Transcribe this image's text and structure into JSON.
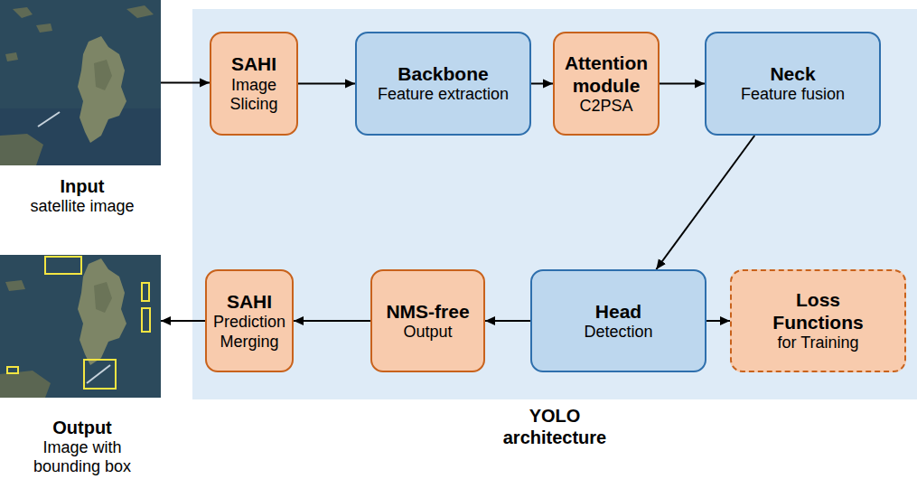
{
  "diagram": {
    "nodes": [
      {
        "text": [
          "Input",
          "satellite image"
        ]
      },
      {
        "text": [
          "YOLO architecture"
        ]
      },
      {
        "text": [
          "SAHI",
          "Image Slicing"
        ],
        "in": 1
      },
      {
        "text": [
          "Backbone",
          "Feature extraction"
        ],
        "in": 1
      },
      {
        "text": [
          "Attention module",
          "C2PSA"
        ],
        "in": 1
      },
      {
        "text": [
          "Neck",
          "Feature fusion"
        ],
        "in": 1
      },
      {
        "text": [
          "Output",
          "Image with bounding box"
        ]
      },
      {
        "text": [
          "SAHI",
          "Prediction Merging"
        ],
        "in": 1
      },
      {
        "text": [
          "NMS-free",
          "Output"
        ],
        "in": 1
      },
      {
        "text": [
          "Head",
          "Detection"
        ],
        "in": 1
      },
      {
        "text": [
          "Loss Functions",
          "for Training"
        ],
        "in": 1
      }
    ],
    "edges": [
      {
        "from": 0,
        "to": 2,
        "arrow": "to"
      },
      {
        "from": 2,
        "to": 3,
        "arrow": "to"
      },
      {
        "from": 3,
        "to": 4,
        "arrow": "to"
      },
      {
        "from": 4,
        "to": 5,
        "arrow": "to"
      },
      {
        "from": 5,
        "to": 9,
        "arrow": "to"
      },
      {
        "from": 9,
        "to": 8,
        "arrow": "to"
      },
      {
        "from": 8,
        "to": 7,
        "arrow": "to"
      },
      {
        "from": 7,
        "to": 6,
        "arrow": "to"
      },
      {
        "from": 9,
        "to": 10,
        "arrow": "to"
      }
    ]
  }
}
